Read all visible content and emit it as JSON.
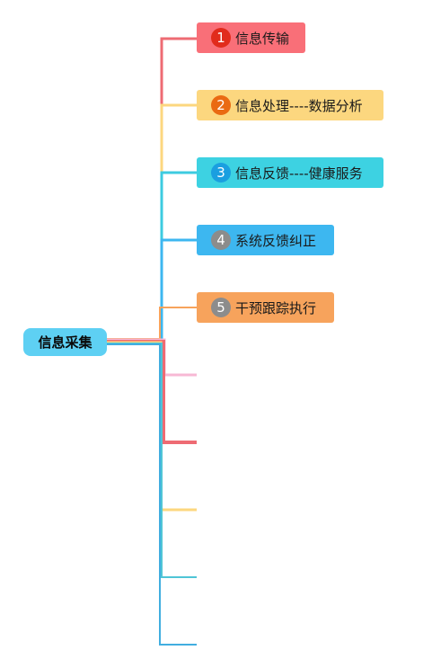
{
  "root": {
    "label": "信息采集",
    "color": "#5ed0f3"
  },
  "branches": [
    {
      "number": "1",
      "label": "信息传输",
      "fill": "#f96f78",
      "badge": "#e12b1c"
    },
    {
      "number": "2",
      "label": "信息处理----数据分析",
      "fill": "#fcd77f",
      "badge": "#ea6a12"
    },
    {
      "number": "3",
      "label": "信息反馈----健康服务",
      "fill": "#3dd2e2",
      "badge": "#1a9fe0"
    },
    {
      "number": "4",
      "label": "系统反馈纠正",
      "fill": "#3db7f0",
      "badge": "#8c8c8c"
    },
    {
      "number": "5",
      "label": "干预跟踪执行",
      "fill": "#f7a35c",
      "badge": "#8c8c8c"
    }
  ],
  "empty_branch_colors": [
    "#f7b8d4",
    "#ee6b73",
    "#fcd77f",
    "#4fc5d6",
    "#41aee0"
  ]
}
